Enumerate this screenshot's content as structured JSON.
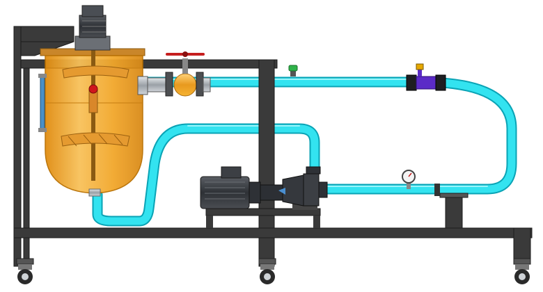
{
  "scene": {
    "kind": "mixing-tank-pump-skid-cad-render",
    "components": [
      "support-frame",
      "mixing-tank",
      "agitator-motor",
      "agitator-impellers",
      "sight-level-gauge",
      "outlet-ball-valve",
      "centrifugal-pump",
      "pump-motor",
      "recirculation-pipe",
      "flow-meter",
      "pressure-gauge",
      "caster-wheels"
    ]
  },
  "colors": {
    "frame": "#3a3a3a",
    "frame_dark": "#222222",
    "tank_fill": "#f2a72b",
    "tank_edge": "#b86f00",
    "pipe": "#33e3f0",
    "pipe_edge": "#0aa3b5",
    "motor": "#3c3f44",
    "valve_body": "#f5b333",
    "valve_handle": "#c61f1f",
    "flowmeter": "#5b2bc7",
    "steel": "#b9bec4",
    "green_cap": "#2fb34a"
  }
}
